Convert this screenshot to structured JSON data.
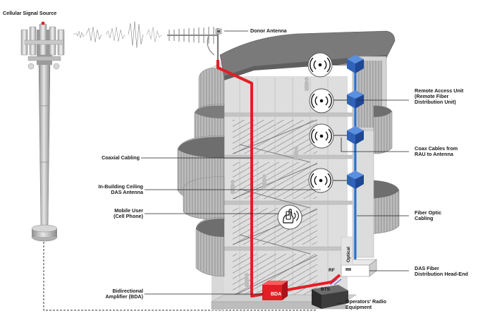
{
  "labels": {
    "cellular_signal_source": "Cellular Signal Source",
    "donor_antenna": "Donor Antenna",
    "coaxial_cabling": "Coaxial Cabling",
    "in_building_ceiling_1": "In-Building Ceiling",
    "in_building_ceiling_2": "DAS Antenna",
    "mobile_user_1": "Mobile User",
    "mobile_user_2": "(Cell Phone)",
    "bda_amplifier_1": "Bidirectional",
    "bda_amplifier_2": "Amplifier (BDA)",
    "rau_1": "Remote Access Unit",
    "rau_2": "(Remote Fiber",
    "rau_3": "Distribution Unit)",
    "coax_rau_1": "Coax Cables from",
    "coax_rau_2": "RAU to Antenna",
    "fiber_optic_1": "Fiber Optic",
    "fiber_optic_2": "Cabling",
    "das_headend_1": "DAS Fiber",
    "das_headend_2": "Distribution Head-End",
    "operators_radio_1": "Operators' Radio",
    "operators_radio_2": "Equipment",
    "bda_box": "BDA",
    "bts_box": "BTS",
    "rf_tag": "RF",
    "optical_tag": "Optical"
  },
  "colors": {
    "coax_red": "#e41e25",
    "fiber_blue": "#2a6fc9",
    "rau_blue": "#2f62b8",
    "building_gray": "#9a9a9a",
    "roof_dark": "#6b6b6b",
    "label_text": "#1a1a1a"
  },
  "icons": {
    "ceiling_antenna": "antenna-signal-icon",
    "mobile_phone": "hand-phone-icon",
    "rau": "rau-cube-icon",
    "tower": "cell-tower-icon",
    "donor": "yagi-antenna-icon"
  }
}
